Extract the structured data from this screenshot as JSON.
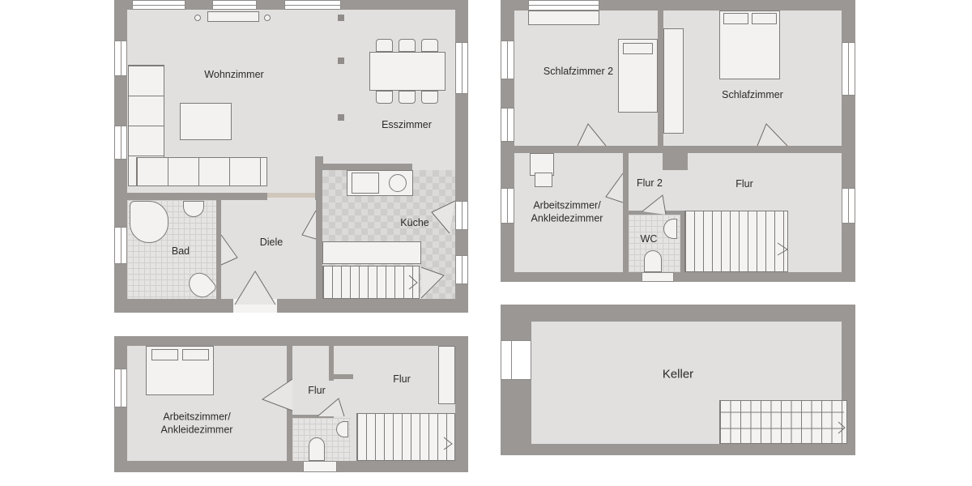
{
  "floor_plan": {
    "colors": {
      "wall": "#9a9794",
      "floor": "#e2e0df",
      "furniture": "#f3f2f1",
      "text": "#2b2a29",
      "background": "#ffffff"
    },
    "ground_floor": {
      "rooms": [
        {
          "id": "wohnzimmer",
          "label": "Wohnzimmer"
        },
        {
          "id": "esszimmer",
          "label": "Esszimmer"
        },
        {
          "id": "kueche",
          "label": "Küche"
        },
        {
          "id": "bad",
          "label": "Bad"
        },
        {
          "id": "diele",
          "label": "Diele"
        }
      ]
    },
    "upper_floor": {
      "rooms": [
        {
          "id": "schlafzimmer-2",
          "label": "Schlafzimmer 2"
        },
        {
          "id": "schlafzimmer",
          "label": "Schlafzimmer"
        },
        {
          "id": "arbeitszimmer",
          "label_line1": "Arbeitszimmer/",
          "label_line2": "Ankleidezimmer"
        },
        {
          "id": "flur-2",
          "label": "Flur 2"
        },
        {
          "id": "flur",
          "label": "Flur"
        },
        {
          "id": "wc",
          "label": "WC"
        }
      ]
    },
    "attic_floor": {
      "rooms": [
        {
          "id": "arbeitszimmer",
          "label_line1": "Arbeitszimmer/",
          "label_line2": "Ankleidezimmer"
        },
        {
          "id": "flur-left",
          "label": "Flur"
        },
        {
          "id": "flur-right",
          "label": "Flur"
        }
      ]
    },
    "basement": {
      "rooms": [
        {
          "id": "keller",
          "label": "Keller"
        }
      ]
    }
  }
}
